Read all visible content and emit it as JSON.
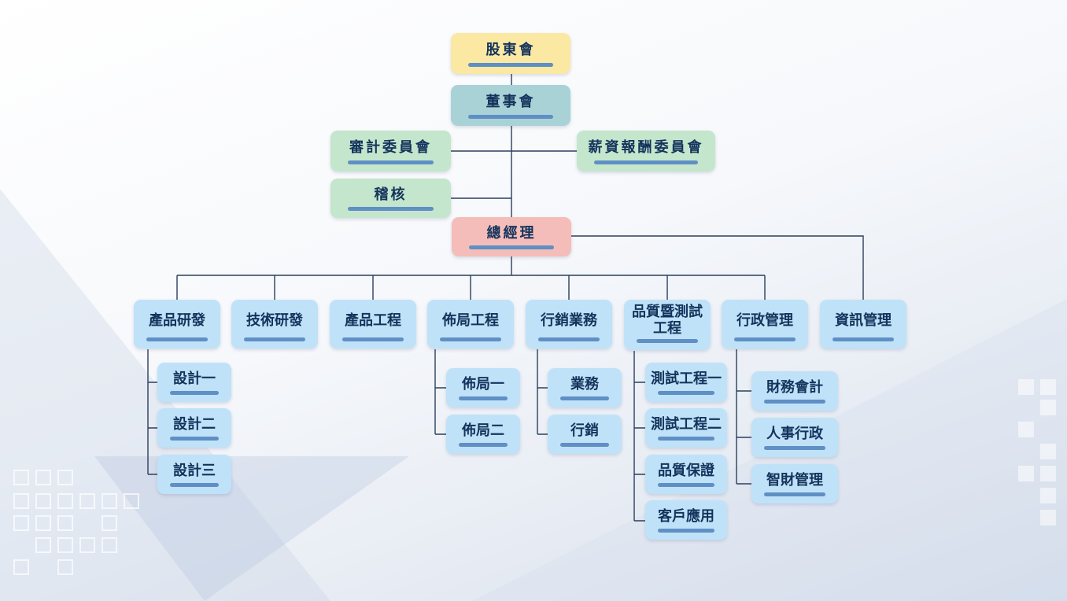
{
  "top": {
    "shareholders": "股東會",
    "board": "董事會",
    "audit_committee": "審計委員會",
    "compensation_committee": "薪資報酬委員會",
    "internal_audit": "稽核",
    "general_manager": "總經理"
  },
  "departments": [
    {
      "label": "產品研發",
      "children": [
        "設計一",
        "設計二",
        "設計三"
      ]
    },
    {
      "label": "技術研發",
      "children": []
    },
    {
      "label": "產品工程",
      "children": []
    },
    {
      "label": "佈局工程",
      "children": [
        "佈局一",
        "佈局二"
      ]
    },
    {
      "label": "行銷業務",
      "children": [
        "業務",
        "行銷"
      ]
    },
    {
      "label": "品質暨測試工程",
      "children": [
        "測試工程一",
        "測試工程二",
        "品質保證",
        "客戶應用"
      ]
    },
    {
      "label": "行政管理",
      "children": [
        "財務會計",
        "人事行政",
        "智財管理"
      ]
    },
    {
      "label": "資訊管理",
      "children": []
    }
  ],
  "colors": {
    "shareholders": "#fbe8a3",
    "board": "#a9d2d7",
    "committees": "#c4e6cc",
    "general_manager": "#f5bdb9",
    "departments": "#bfe2f8",
    "text": "#14335c",
    "underline": "#5f8fc4",
    "connector": "#2b3f5c"
  }
}
